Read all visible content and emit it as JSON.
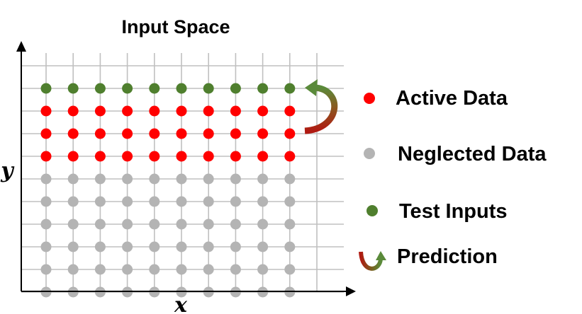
{
  "title": "Input Space",
  "axes": {
    "x_label": "x",
    "y_label": "y"
  },
  "grid": {
    "columns": 10,
    "rows": 10,
    "row_types": [
      "test",
      "active",
      "active",
      "active",
      "neglected",
      "neglected",
      "neglected",
      "neglected",
      "neglected",
      "neglected"
    ]
  },
  "colors": {
    "active": "#ff0000",
    "neglected": "#b4b4b4",
    "test": "#4f7f2e",
    "grid_line": "#c0c0c0",
    "arrow_green": "#5a8a3a",
    "arrow_red": "#b01a12"
  },
  "legend": [
    {
      "key": "active",
      "label": "Active Data"
    },
    {
      "key": "neglected",
      "label": "Neglected Data"
    },
    {
      "key": "test",
      "label": "Test Inputs"
    },
    {
      "key": "prediction",
      "label": "Prediction",
      "icon": "curved-arrow-icon"
    }
  ]
}
